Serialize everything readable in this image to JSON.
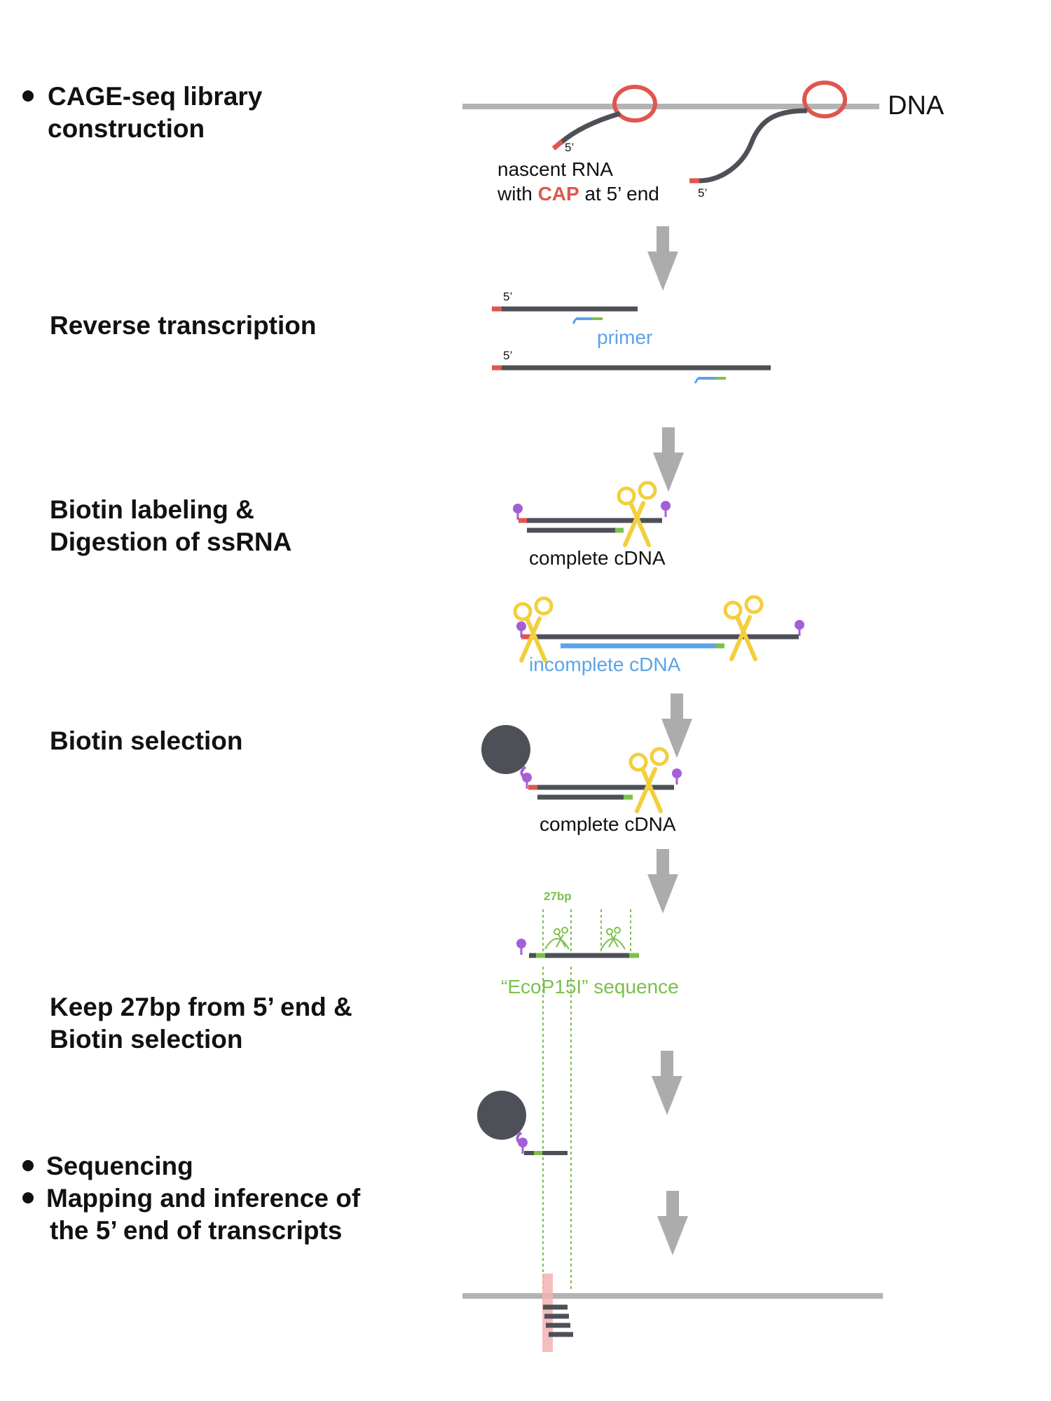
{
  "steps": [
    {
      "bullet": true,
      "lines": [
        "CAGE-seq library",
        "construction"
      ]
    },
    {
      "bullet": false,
      "lines": [
        "Reverse transcription"
      ]
    },
    {
      "bullet": false,
      "lines": [
        "Biotin labeling &",
        "Digestion of ssRNA"
      ]
    },
    {
      "bullet": false,
      "lines": [
        "Biotin selection"
      ]
    },
    {
      "bullet": false,
      "lines": [
        "Keep 27bp from 5’ end &",
        "Biotin selection"
      ]
    },
    {
      "bullet": true,
      "lines": [
        "Sequencing"
      ]
    },
    {
      "bullet": true,
      "lines": [
        "Mapping and inference of",
        "the 5’ end of transcripts"
      ]
    }
  ],
  "labels": {
    "dna": "DNA",
    "nascent_rna_line1": "nascent RNA",
    "nascent_rna_with": "with ",
    "cap": "CAP",
    "nascent_rna_end": " at 5’ end",
    "five_prime": "5’",
    "primer": "primer",
    "complete_cdna": "complete cDNA",
    "incomplete_cdna": "incomplete cDNA",
    "bp27": "27bp",
    "ecop15i": "“EcoP15I” sequence"
  },
  "colors": {
    "dna_gray": "#b3b3b3",
    "strand_dark": "#4d5157",
    "cap_red": "#e0564f",
    "primer_blue": "#5ba3e6",
    "adapter_green": "#7cc04b",
    "biotin_purple": "#a45fd6",
    "scissors_yellow": "#f2cf3c",
    "arrow_gray": "#acacac",
    "bead": "#4d5157",
    "tss_highlight": "#f2b3b0"
  }
}
